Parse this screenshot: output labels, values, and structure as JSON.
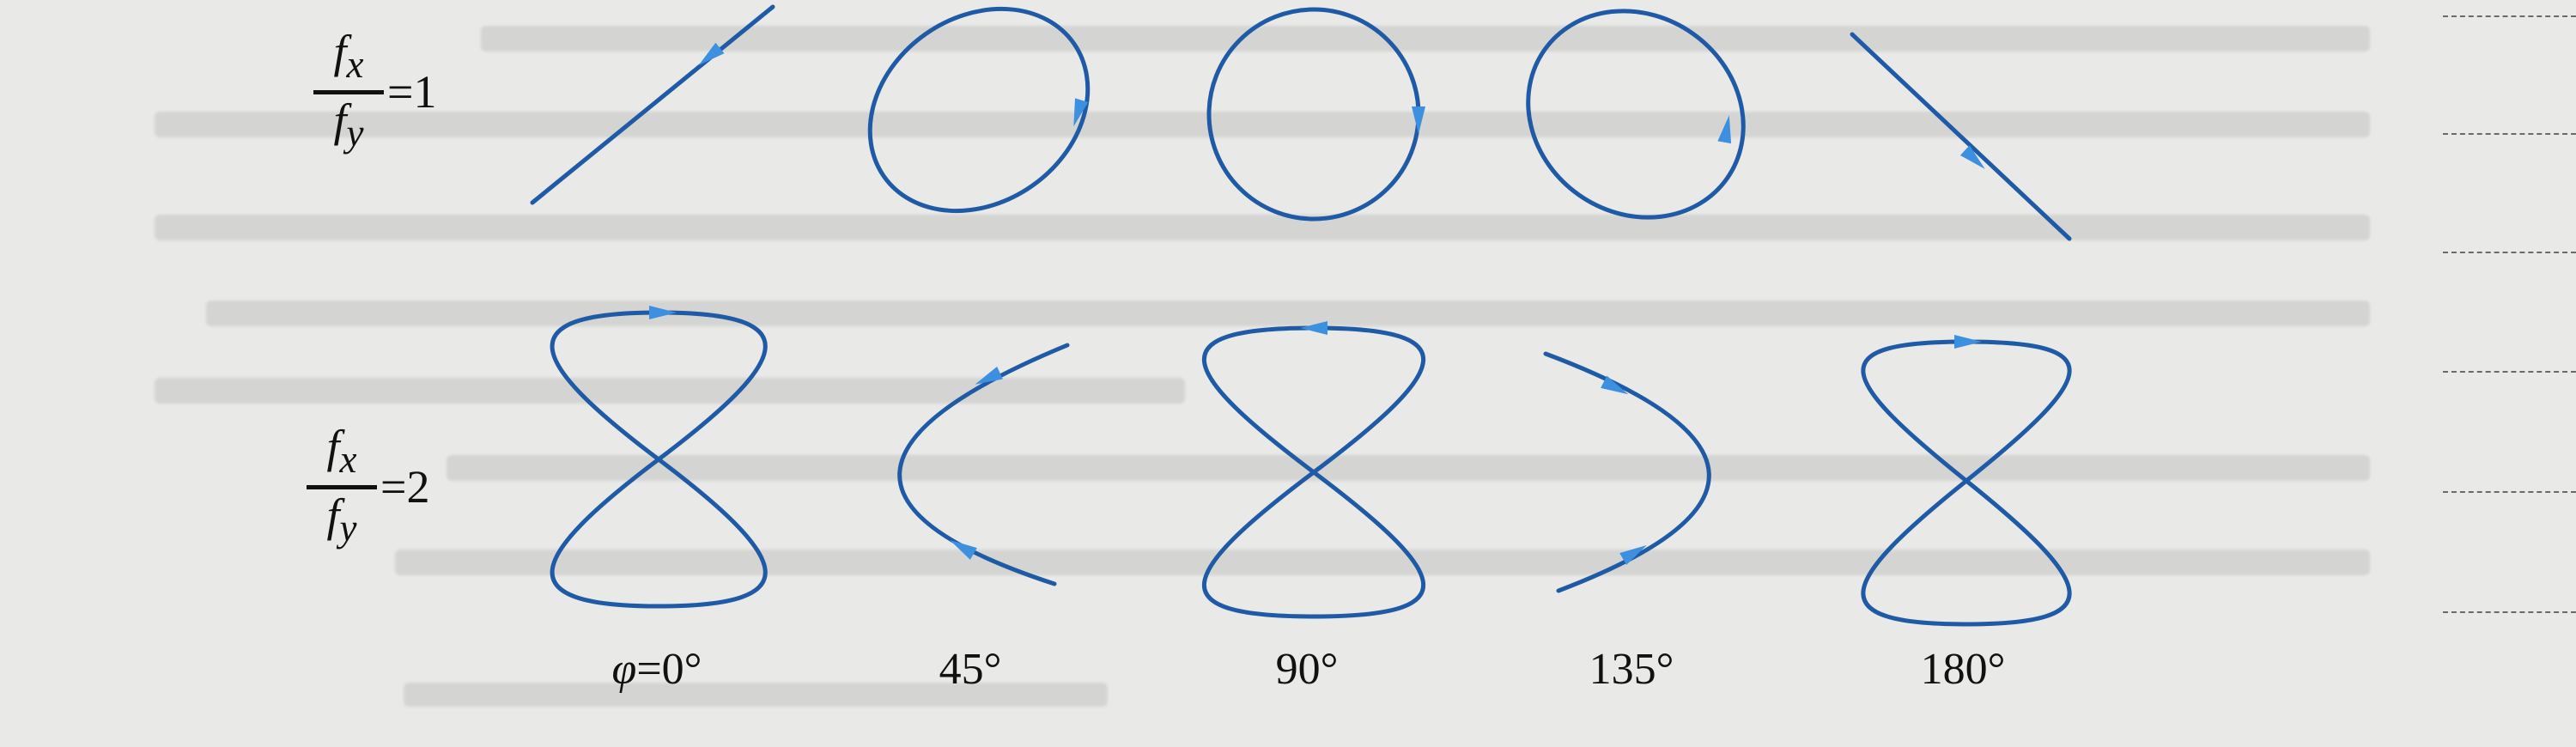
{
  "row1_label": {
    "num": "f",
    "num_sub": "x",
    "den": "f",
    "den_sub": "y",
    "eq": "=1"
  },
  "row2_label": {
    "num": "f",
    "num_sub": "x",
    "den": "f",
    "den_sub": "y",
    "eq": "=2"
  },
  "phase_labels": [
    {
      "symbol": "φ",
      "text": "=0°"
    },
    {
      "symbol": "",
      "text": "45°"
    },
    {
      "symbol": "",
      "text": "90°"
    },
    {
      "symbol": "",
      "text": "135°"
    },
    {
      "symbol": "",
      "text": "180°"
    }
  ],
  "colors": {
    "curve": "#1f5aa6",
    "arrow": "#3d8fe0",
    "text": "#111111",
    "background": "#e9e9e7"
  },
  "figures": [
    {
      "row": 1,
      "phase_deg": 0,
      "shape": "diagonal-line"
    },
    {
      "row": 1,
      "phase_deg": 45,
      "shape": "tilted-ellipse"
    },
    {
      "row": 1,
      "phase_deg": 90,
      "shape": "circle"
    },
    {
      "row": 1,
      "phase_deg": 135,
      "shape": "tilted-ellipse"
    },
    {
      "row": 1,
      "phase_deg": 180,
      "shape": "diagonal-line"
    },
    {
      "row": 2,
      "phase_deg": 0,
      "shape": "figure-eight"
    },
    {
      "row": 2,
      "phase_deg": 45,
      "shape": "parabola-arc"
    },
    {
      "row": 2,
      "phase_deg": 90,
      "shape": "figure-eight"
    },
    {
      "row": 2,
      "phase_deg": 135,
      "shape": "parabola-arc"
    },
    {
      "row": 2,
      "phase_deg": 180,
      "shape": "figure-eight"
    }
  ]
}
